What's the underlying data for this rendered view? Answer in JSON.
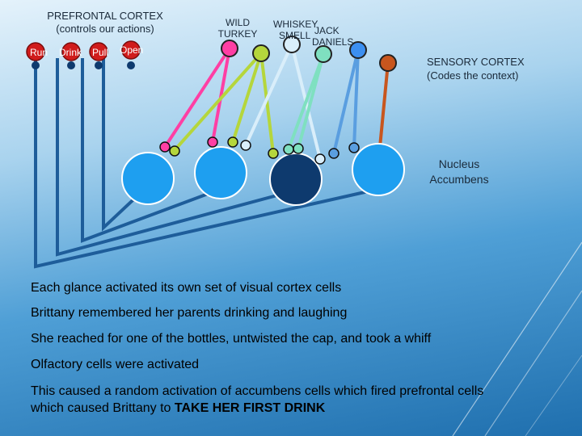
{
  "prefrontal": {
    "title": "PREFRONTAL CORTEX",
    "subtitle": "(controls our actions)",
    "actions": [
      "Run",
      "Drink",
      "Pull",
      "Open"
    ]
  },
  "stimuli": {
    "wild_turkey": [
      "WILD",
      "TURKEY"
    ],
    "whiskey_smell": [
      "WHISKEY",
      "SMELL"
    ],
    "jack_daniels": [
      "JACK",
      "DANIELS"
    ]
  },
  "sensory": {
    "title": "SENSORY CORTEX",
    "subtitle": "(Codes the context)"
  },
  "accumbens": {
    "title": "Nucleus",
    "subtitle": "Accumbens"
  },
  "colors": {
    "wild_turkey": "#ff3fa4",
    "olive": "#b5d63c",
    "whiskey_smell": "#d9eefa",
    "jack_daniels": "#7fe0c0",
    "blue": "#3c8ff0",
    "orange": "#c8561e",
    "accumbens_inactive": "#1e9ff0",
    "accumbens_active": "#0e3a6e",
    "action_button": "#d01c1c",
    "pathway": "#1e5d9a"
  },
  "narrative": [
    "Each glance activated its own set of visual cortex cells",
    "Brittany remembered her parents drinking and laughing",
    "She reached for one of the bottles, untwisted the cap, and took a whiff",
    "Olfactory cells were activated",
    "This caused a random activation of accumbens cells which fired prefrontal cells"
  ],
  "narrative_last": {
    "prefix": "which caused Brittany to ",
    "emphasis": "TAKE HER FIRST DRINK"
  }
}
